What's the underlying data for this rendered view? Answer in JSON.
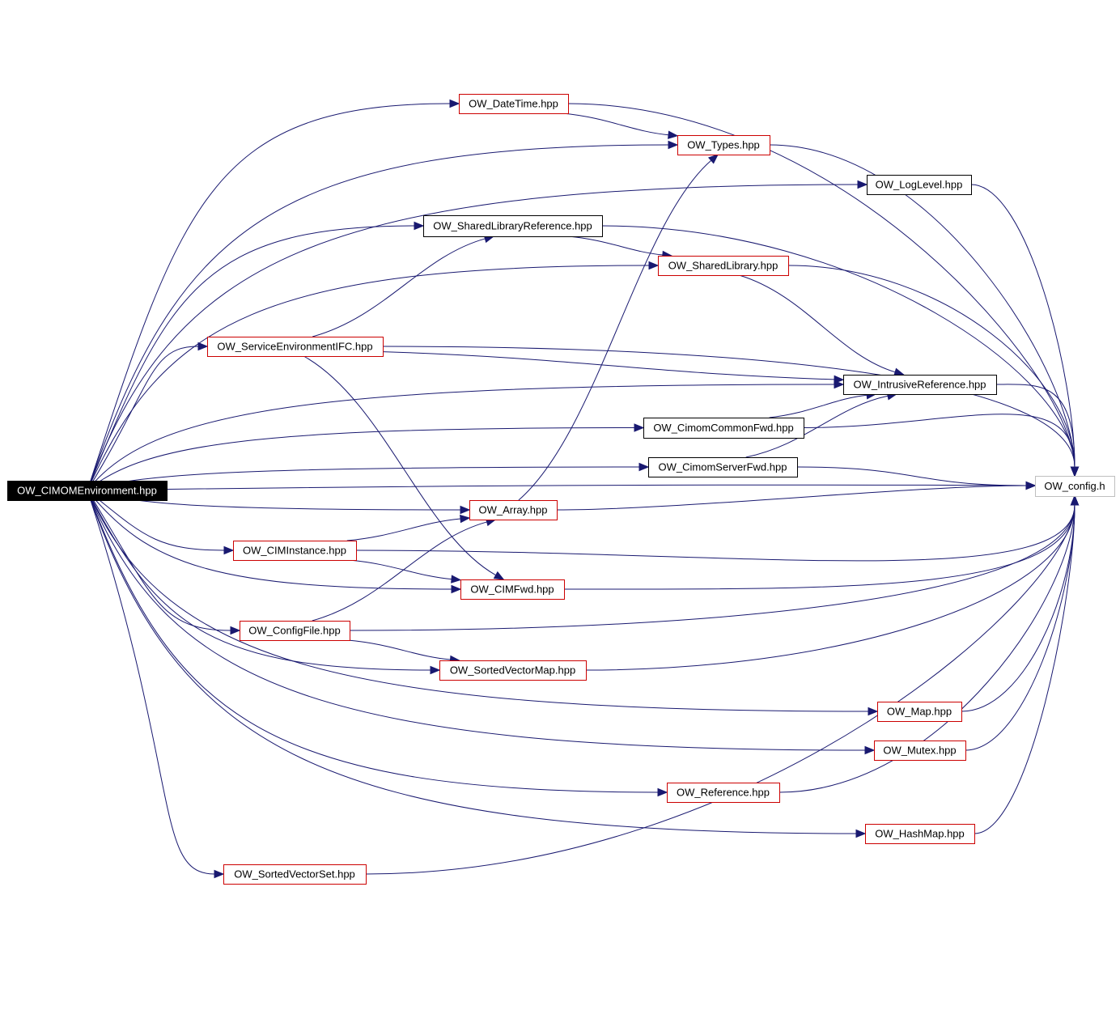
{
  "nodes": [
    {
      "id": "root",
      "label": "OW_CIMOMEnvironment.hpp",
      "border": "black",
      "fill": "black",
      "text": "white"
    },
    {
      "id": "dt",
      "label": "OW_DateTime.hpp",
      "border": "red"
    },
    {
      "id": "types",
      "label": "OW_Types.hpp",
      "border": "red"
    },
    {
      "id": "log",
      "label": "OW_LogLevel.hpp",
      "border": "black"
    },
    {
      "id": "slr",
      "label": "OW_SharedLibraryReference.hpp",
      "border": "black"
    },
    {
      "id": "sl",
      "label": "OW_SharedLibrary.hpp",
      "border": "red"
    },
    {
      "id": "seifc",
      "label": "OW_ServiceEnvironmentIFC.hpp",
      "border": "red"
    },
    {
      "id": "ir",
      "label": "OW_IntrusiveReference.hpp",
      "border": "black"
    },
    {
      "id": "ccf",
      "label": "OW_CimomCommonFwd.hpp",
      "border": "black"
    },
    {
      "id": "csf",
      "label": "OW_CimomServerFwd.hpp",
      "border": "black"
    },
    {
      "id": "cfg",
      "label": "OW_config.h",
      "border": "lightgray"
    },
    {
      "id": "arr",
      "label": "OW_Array.hpp",
      "border": "red"
    },
    {
      "id": "cimi",
      "label": "OW_CIMInstance.hpp",
      "border": "red"
    },
    {
      "id": "cimf",
      "label": "OW_CIMFwd.hpp",
      "border": "red"
    },
    {
      "id": "cf",
      "label": "OW_ConfigFile.hpp",
      "border": "red"
    },
    {
      "id": "svm",
      "label": "OW_SortedVectorMap.hpp",
      "border": "red"
    },
    {
      "id": "map",
      "label": "OW_Map.hpp",
      "border": "red"
    },
    {
      "id": "mutex",
      "label": "OW_Mutex.hpp",
      "border": "red"
    },
    {
      "id": "ref",
      "label": "OW_Reference.hpp",
      "border": "red"
    },
    {
      "id": "hm",
      "label": "OW_HashMap.hpp",
      "border": "red"
    },
    {
      "id": "svs",
      "label": "OW_SortedVectorSet.hpp",
      "border": "red"
    }
  ],
  "edges": [
    [
      "root",
      "dt"
    ],
    [
      "root",
      "types"
    ],
    [
      "root",
      "log"
    ],
    [
      "root",
      "slr"
    ],
    [
      "root",
      "sl"
    ],
    [
      "root",
      "seifc"
    ],
    [
      "root",
      "ir"
    ],
    [
      "root",
      "ccf"
    ],
    [
      "root",
      "csf"
    ],
    [
      "root",
      "cfg"
    ],
    [
      "root",
      "arr"
    ],
    [
      "root",
      "cimi"
    ],
    [
      "root",
      "cimf"
    ],
    [
      "root",
      "cf"
    ],
    [
      "root",
      "svm"
    ],
    [
      "root",
      "map"
    ],
    [
      "root",
      "mutex"
    ],
    [
      "root",
      "ref"
    ],
    [
      "root",
      "hm"
    ],
    [
      "root",
      "svs"
    ],
    [
      "dt",
      "types"
    ],
    [
      "dt",
      "cfg"
    ],
    [
      "types",
      "cfg"
    ],
    [
      "log",
      "cfg"
    ],
    [
      "slr",
      "sl"
    ],
    [
      "slr",
      "cfg"
    ],
    [
      "sl",
      "ir"
    ],
    [
      "sl",
      "cfg"
    ],
    [
      "seifc",
      "slr"
    ],
    [
      "seifc",
      "ir"
    ],
    [
      "seifc",
      "cimf"
    ],
    [
      "seifc",
      "cfg"
    ],
    [
      "ir",
      "cfg"
    ],
    [
      "ccf",
      "ir"
    ],
    [
      "ccf",
      "cfg"
    ],
    [
      "csf",
      "ir"
    ],
    [
      "csf",
      "cfg"
    ],
    [
      "arr",
      "types"
    ],
    [
      "arr",
      "cfg"
    ],
    [
      "cimi",
      "arr"
    ],
    [
      "cimi",
      "cimf"
    ],
    [
      "cimi",
      "cfg"
    ],
    [
      "cimf",
      "cfg"
    ],
    [
      "cf",
      "arr"
    ],
    [
      "cf",
      "svm"
    ],
    [
      "cf",
      "cfg"
    ],
    [
      "svm",
      "cfg"
    ],
    [
      "map",
      "cfg"
    ],
    [
      "mutex",
      "cfg"
    ],
    [
      "ref",
      "cfg"
    ],
    [
      "hm",
      "cfg"
    ],
    [
      "svs",
      "cfg"
    ]
  ],
  "colors": {
    "edge": "#191970",
    "red": "#cc0000",
    "black": "#000000",
    "lightgray": "#bfbfbf"
  }
}
